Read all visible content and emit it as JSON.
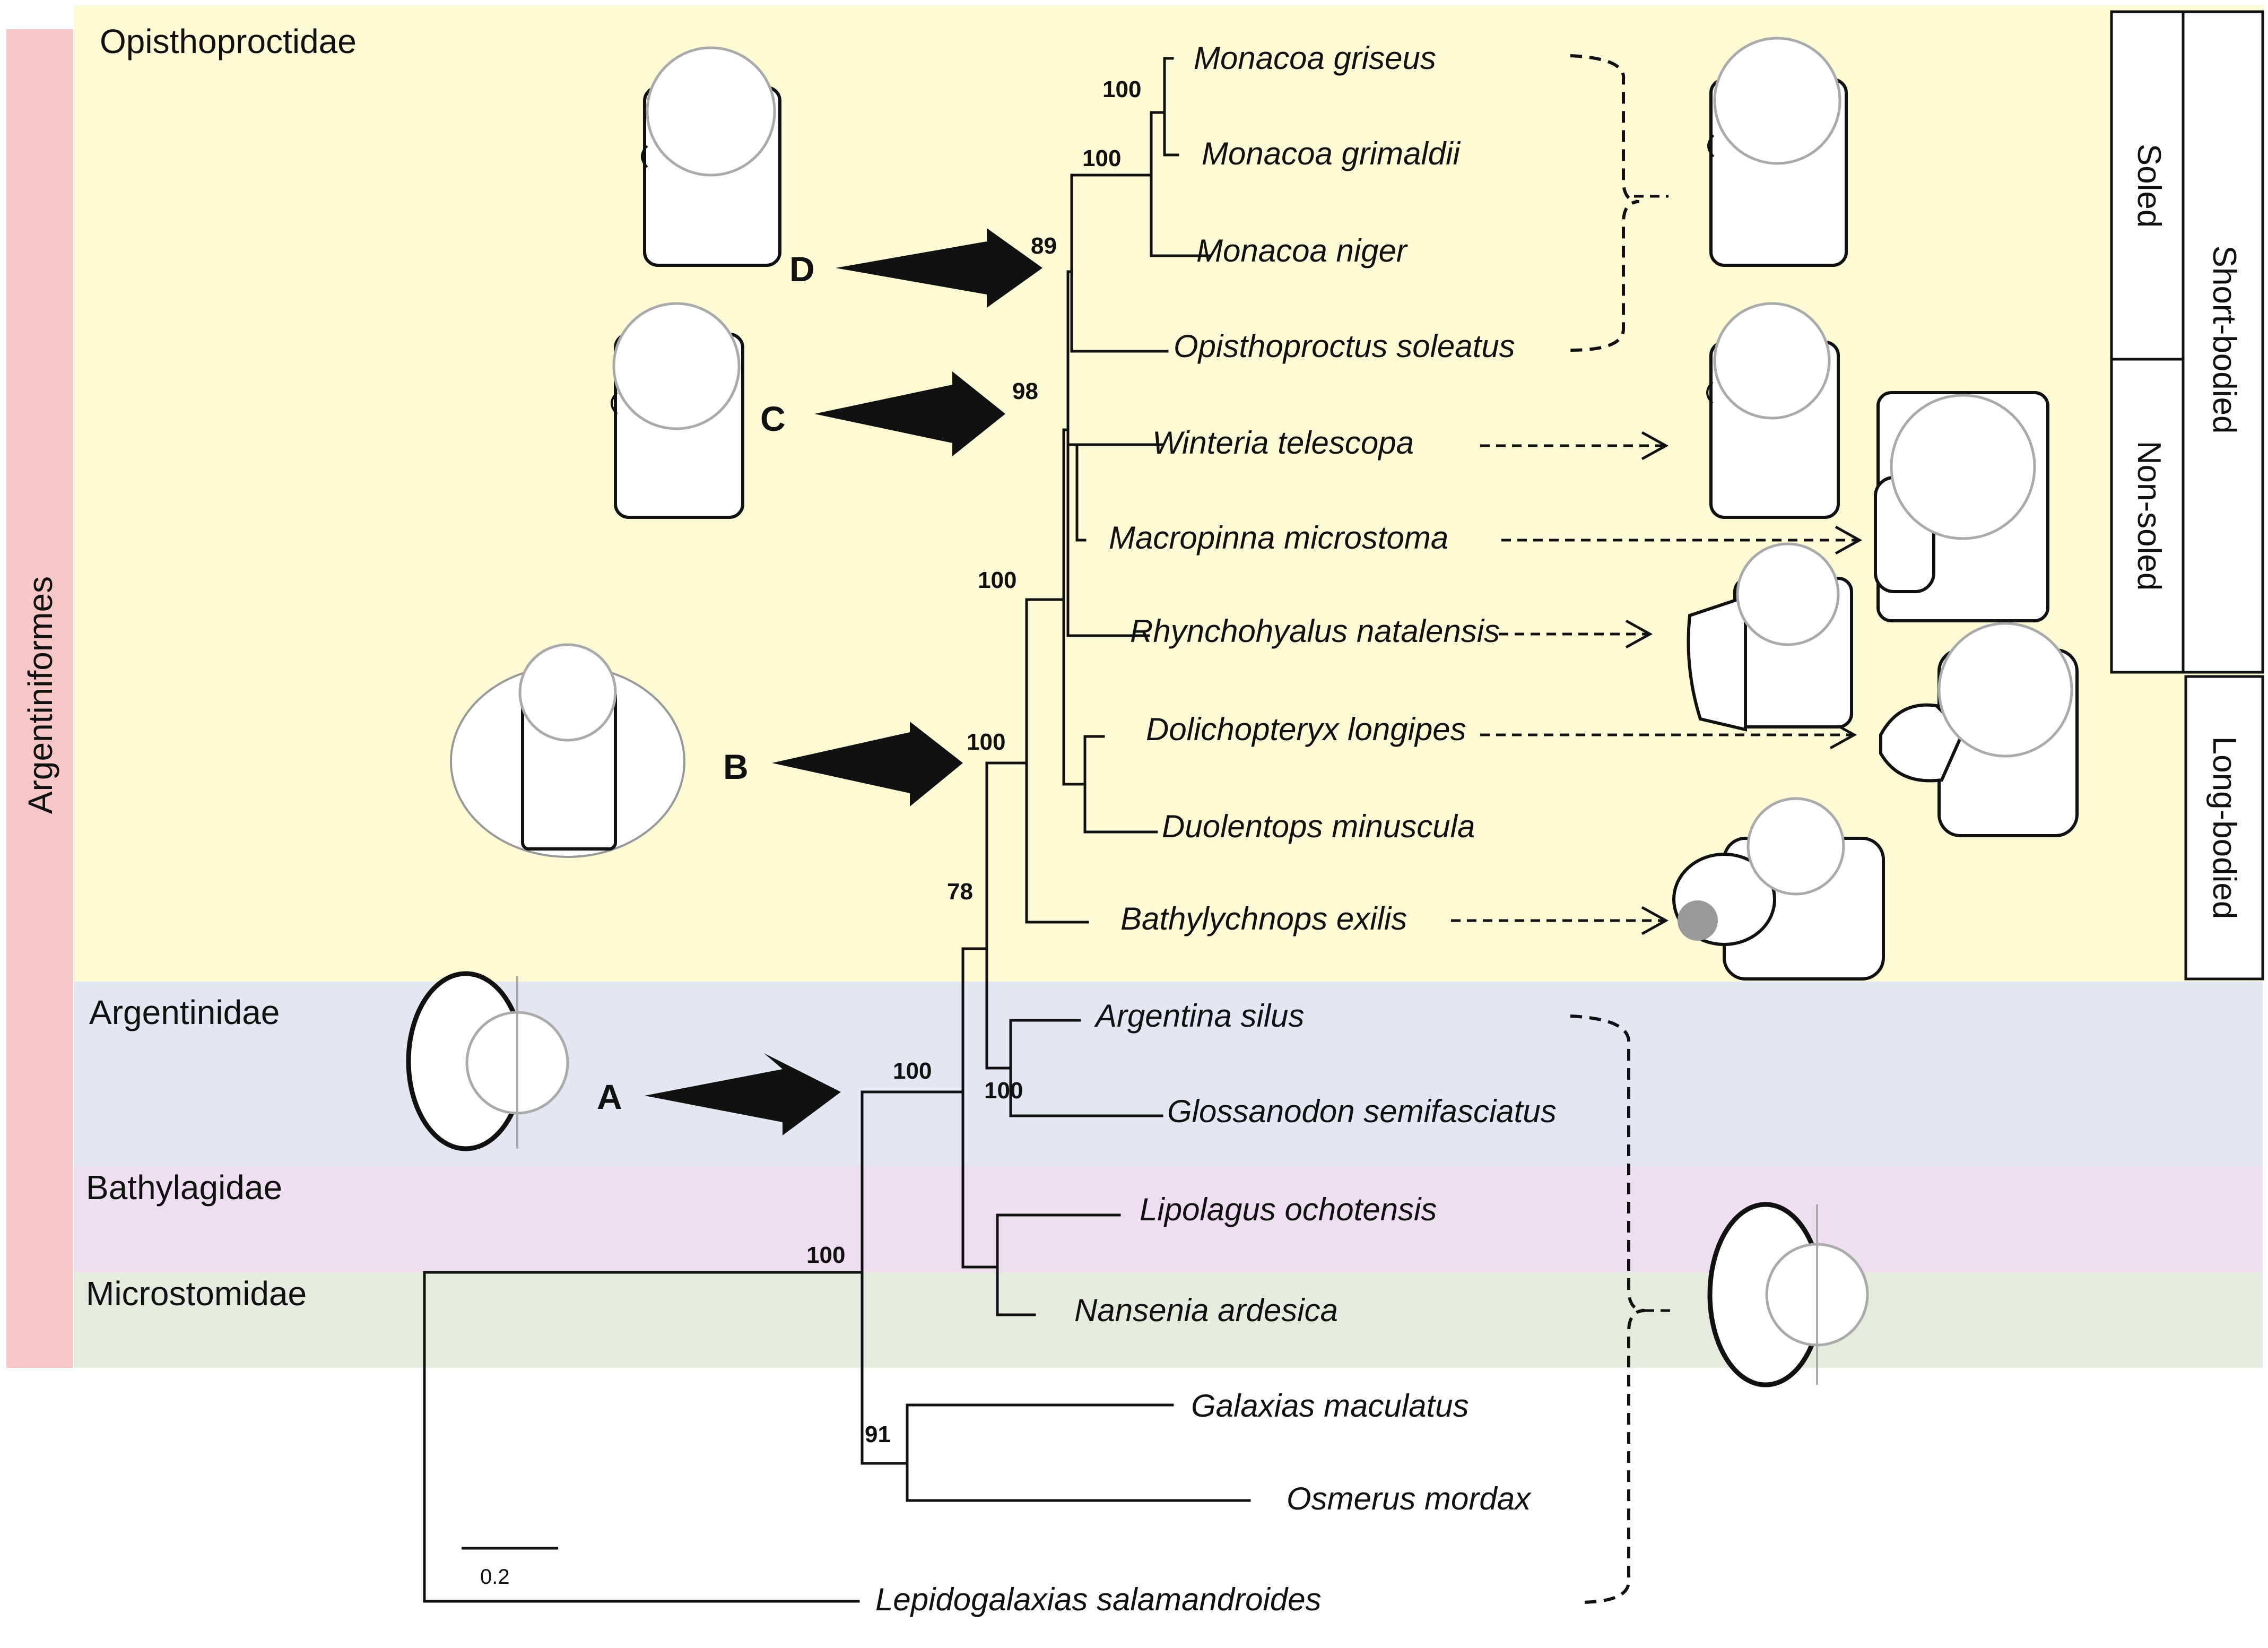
{
  "diagram": {
    "order_label": "Argentiniformes",
    "families": [
      {
        "key": "opisthoproctidae",
        "name": "Opisthoproctidae",
        "color": "#fcfbd6"
      },
      {
        "key": "argentinidae",
        "name": "Argentinidae",
        "color": "#e3e7f1"
      },
      {
        "key": "bathylagidae",
        "name": "Bathylagidae",
        "color": "#eedff0"
      },
      {
        "key": "microstomidae",
        "name": "Microstomidae",
        "color": "#e6ebe0"
      }
    ],
    "order_bar_color": "#f7c6c7",
    "taxa": [
      "Monacoa griseus",
      "Monacoa grimaldii",
      "Monacoa niger",
      "Opisthoproctus soleatus",
      "Winteria telescopa",
      "Macropinna microstoma",
      "Rhynchohyalus natalensis",
      "Dolichopteryx longipes",
      "Duolentops minuscula",
      "Bathylychnops exilis",
      "Argentina silus",
      "Glossanodon semifasciatus",
      "Lipolagus ochotensis",
      "Nansenia ardesica",
      "Galaxias maculatus",
      "Osmerus mordax",
      "Lepidogalaxias salamandroides"
    ],
    "supports": [
      "100",
      "100",
      "89",
      "98",
      "100",
      "100",
      "78",
      "100",
      "100",
      "100",
      "91"
    ],
    "node_markers": [
      "A",
      "B",
      "C",
      "D"
    ],
    "eye_categories": {
      "soled": "Soled",
      "non_soled": "Non-soled",
      "short_bodied": "Short-bodied",
      "long_bodied": "Long-bodied"
    },
    "scale_bar": "0.2"
  }
}
